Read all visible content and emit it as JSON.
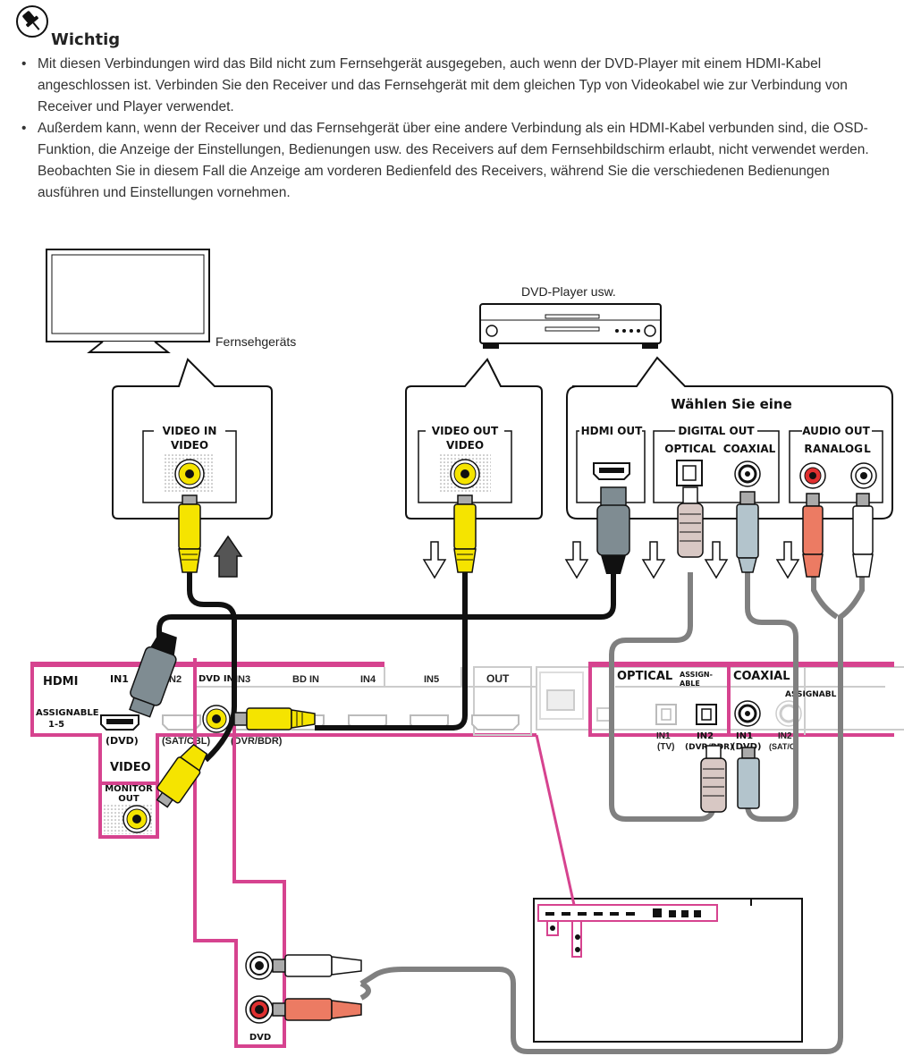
{
  "header": {
    "icon": "pin-icon",
    "title": "Wichtig"
  },
  "bullets": [
    "Mit diesen Verbindungen wird das Bild nicht zum Fernsehgerät ausgegeben, auch wenn der DVD-Player mit einem HDMI-Kabel angeschlossen ist. Verbinden Sie den Receiver und das Fernsehgerät mit dem gleichen Typ von Videokabel wie zur Verbindung von Receiver und Player verwendet.",
    "Außerdem kann, wenn der Receiver und das Fernsehgerät über eine andere Verbindung als ein HDMI-Kabel verbunden sind, die OSD-Funktion, die Anzeige der Einstellungen, Bedienungen usw. des Receivers auf dem Fernsehbildschirm erlaubt, nicht verwendet werden. Beobachten Sie in diesem Fall die Anzeige am vorderen Bedienfeld des Receivers, während Sie die verschiedenen Bedienungen ausführen und Einstellungen vornehmen."
  ],
  "diagram": {
    "tv_label": "Fernsehgeräts",
    "dvd_label": "DVD-Player usw.",
    "tv_box": {
      "group": "VIDEO IN",
      "port": "VIDEO"
    },
    "dvd_video_box": {
      "group": "VIDEO OUT",
      "port": "VIDEO"
    },
    "dvd_audio_box": {
      "title": "Wählen Sie eine",
      "hdmi_out": "HDMI OUT",
      "digital_out": "DIGITAL OUT",
      "optical": "OPTICAL",
      "coaxial": "COAXIAL",
      "audio_out": "AUDIO OUT",
      "r": "R",
      "analog": "ANALOG",
      "l": "L"
    },
    "receiver": {
      "hdmi": "HDMI",
      "in1": "IN1",
      "in2": "IN2",
      "in3": "IN3",
      "bd_in": "BD IN",
      "in4": "IN4",
      "in5": "IN5",
      "out": "OUT",
      "assignable": "ASSIGNABLE",
      "assignable_range": "1-5",
      "dvd_paren": "(DVD)",
      "sat_cbl": "(SAT/CBL)",
      "dvr_bdr": "(DVR/BDR)",
      "video": "VIDEO",
      "monitor": "MONITOR",
      "monitor_out": "OUT",
      "dvd_in": "DVD IN",
      "dvd": "DVD",
      "optical": "OPTICAL",
      "assign": "ASSIGN-",
      "able": "ABLE",
      "coaxial": "COAXIAL",
      "assignabl": "ASSIGNABL",
      "opt_in1": "IN1",
      "opt_tv": "(TV)",
      "opt_in2": "IN2",
      "opt_dvr": "(DVR/BDR)",
      "coax_in1": "IN1",
      "coax_dvd": "(DVD)",
      "coax_in2": "IN2",
      "coax_sat": "(SAT/C"
    }
  },
  "colors": {
    "accent_magenta": "#d6438f",
    "video_yellow": "#f5e400",
    "hdmi_gray": "#7f8c92",
    "audio_red": "#ec7b63",
    "cable_gray": "#808080",
    "coax_blue": "#b3c4cc"
  }
}
